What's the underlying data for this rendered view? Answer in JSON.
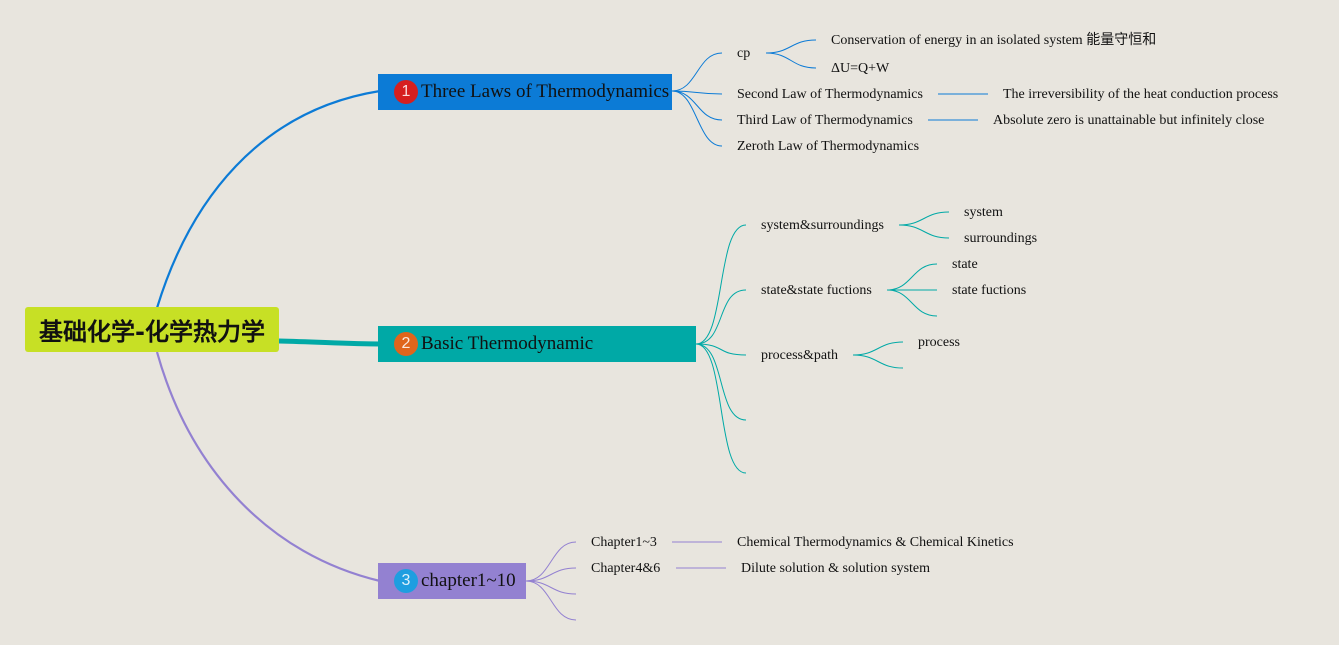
{
  "root": {
    "title": "基础化学-化学热力学",
    "color": "#c7e025"
  },
  "branches": [
    {
      "num": "1",
      "title": "Three Laws of Thermodynamics",
      "color": "#0c7bd6",
      "badge": "#d61f1f",
      "children": [
        {
          "label": "cp",
          "children": [
            "Conservation of energy in an isolated system 能量守恒和",
            "ΔU=Q+W"
          ]
        },
        {
          "label": "Second Law of Thermodynamics",
          "note": "The irreversibility of the heat conduction process"
        },
        {
          "label": "Third Law of Thermodynamics",
          "note": "Absolute zero is unattainable but infinitely close"
        },
        {
          "label": "Zeroth Law of Thermodynamics"
        }
      ]
    },
    {
      "num": "2",
      "title": "Basic Thermodynamic",
      "color": "#00a9a6",
      "badge": "#e0651b",
      "children": [
        {
          "label": "system&surroundings",
          "children": [
            "system",
            "surroundings"
          ]
        },
        {
          "label": "state&state fuctions",
          "children": [
            "state",
            "state fuctions",
            ""
          ]
        },
        {
          "label": "process&path",
          "children": [
            "process",
            ""
          ]
        },
        {
          "label": ""
        },
        {
          "label": ""
        }
      ]
    },
    {
      "num": "3",
      "title": "chapter1~10",
      "color": "#9381d1",
      "badge": "#1e9ee0",
      "children": [
        {
          "label": "Chapter1~3",
          "note": "Chemical Thermodynamics & Chemical Kinetics"
        },
        {
          "label": "Chapter4&6",
          "note": "Dilute solution & solution system"
        },
        {
          "label": ""
        },
        {
          "label": ""
        }
      ]
    }
  ]
}
